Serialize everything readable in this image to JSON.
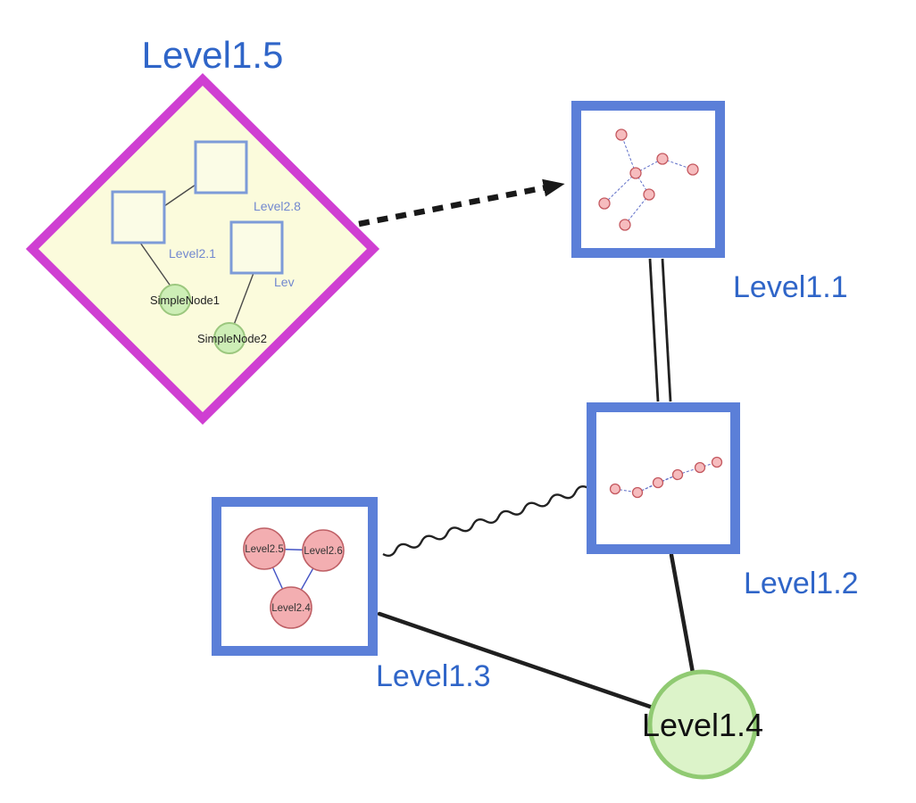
{
  "diagram": {
    "labels": {
      "level15": "Level1.5",
      "level11": "Level1.1",
      "level12": "Level1.2",
      "level13": "Level1.3",
      "level14": "Level1.4"
    },
    "diamond": {
      "square_top_label": "Level2.8",
      "square_left_label": "Level2.1",
      "square_right_label": "Lev",
      "green_node1_label": "SimpleNode1",
      "green_node2_label": "SimpleNode2"
    },
    "level13_children": {
      "left_label": "Level2.5",
      "right_label": "Level2.6",
      "bottom_label": "Level2.4"
    },
    "edges": [
      {
        "from": "Level1.5",
        "to": "Level1.1",
        "style": "thick-dashed-arrow"
      },
      {
        "from": "Level1.1",
        "to": "Level1.2",
        "style": "double-parallel"
      },
      {
        "from": "Level1.3",
        "to": "Level1.2",
        "style": "wavy"
      },
      {
        "from": "Level1.3",
        "to": "Level1.4",
        "style": "solid"
      },
      {
        "from": "Level1.2",
        "to": "Level1.4",
        "style": "solid"
      }
    ],
    "colors": {
      "label_blue": "#2f65c8",
      "box_border_blue": "#5b7fd8",
      "diamond_border_magenta": "#cf3fd2",
      "diamond_fill_yellow": "#fbfbdc",
      "inner_square_border": "#7d9bd8",
      "inner_square_fill": "#fbfce6",
      "small_green_fill": "#cdeeb6",
      "small_green_border": "#9bc77e",
      "big_green_fill": "#dcf3c9",
      "big_green_border": "#90ca72",
      "pink_fill": "#f3aeb1",
      "pink_border": "#bf6066",
      "mini_pink_fill": "#f6bcbe",
      "mini_pink_border": "#c4585f",
      "mini_edge_blue": "#5f6fc8",
      "edge_dark": "#1f1f1f"
    }
  }
}
